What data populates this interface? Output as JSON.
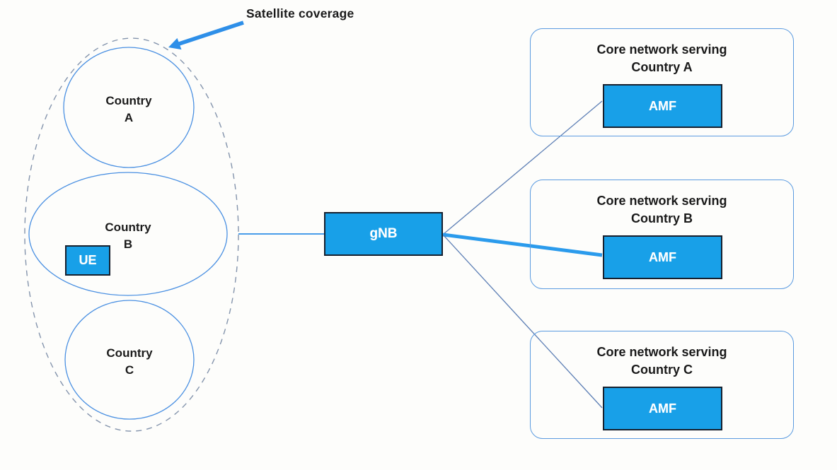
{
  "labels": {
    "satellite_coverage": "Satellite coverage"
  },
  "coverage": {
    "countries": [
      {
        "label": "Country\nA"
      },
      {
        "label": "Country\nB"
      },
      {
        "label": "Country\nC"
      }
    ],
    "ue_label": "UE"
  },
  "ran": {
    "gnb_label": "gNB"
  },
  "core_networks": [
    {
      "title": "Core network serving\nCountry A",
      "amf_label": "AMF"
    },
    {
      "title": "Core network serving\nCountry B",
      "amf_label": "AMF"
    },
    {
      "title": "Core network serving\nCountry C",
      "amf_label": "AMF"
    }
  ],
  "colors": {
    "node_fill": "#18a0e8",
    "node_border": "#16202e",
    "connector_thick": "#2b9bec",
    "connector_thin": "#5d7fb5",
    "container_border": "#5b9be0",
    "coverage_dash": "#8494ac",
    "country_outline": "#4a90e2",
    "arrow": "#2e8fe8",
    "text": "#1a1a1a",
    "node_text": "#ffffff"
  }
}
